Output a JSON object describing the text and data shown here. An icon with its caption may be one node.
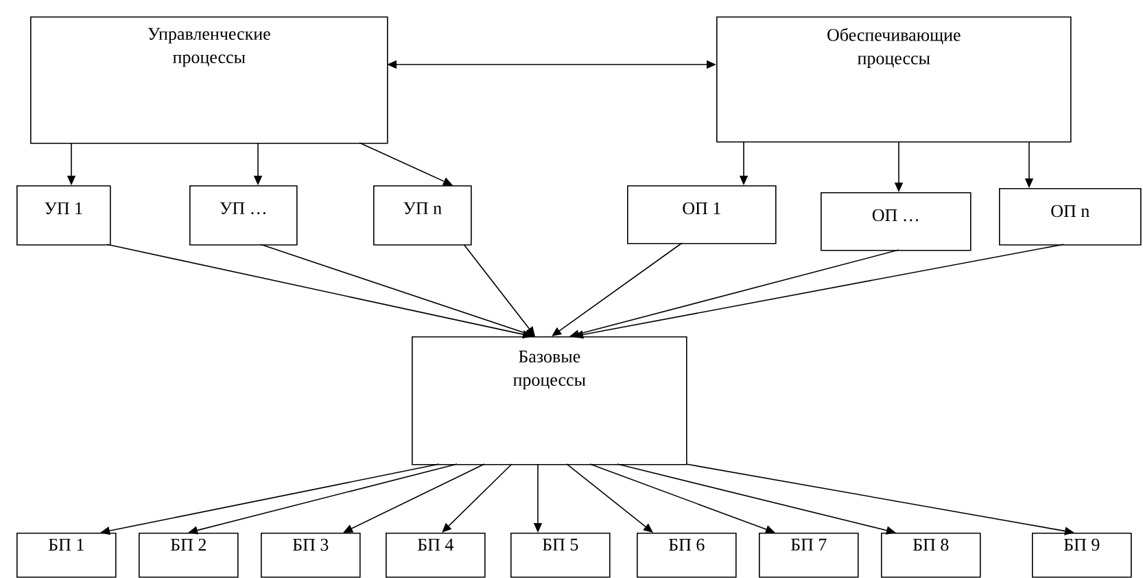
{
  "diagram": {
    "nodes": [
      {
        "text": [
          "Управленческие процессы"
        ]
      },
      {
        "text": [
          "Обеспечивающие процессы"
        ]
      },
      {
        "text": [
          "УП 1"
        ]
      },
      {
        "text": [
          "УП …"
        ]
      },
      {
        "text": [
          "УП n"
        ]
      },
      {
        "text": [
          "ОП 1"
        ]
      },
      {
        "text": [
          "ОП …"
        ]
      },
      {
        "text": [
          "ОП n"
        ]
      },
      {
        "text": [
          "Базовые процессы"
        ]
      },
      {
        "text": [
          "БП 1"
        ]
      },
      {
        "text": [
          "БП 2"
        ]
      },
      {
        "text": [
          "БП 3"
        ]
      },
      {
        "text": [
          "БП 4"
        ]
      },
      {
        "text": [
          "БП 5"
        ]
      },
      {
        "text": [
          "БП 6"
        ]
      },
      {
        "text": [
          "БП 7"
        ]
      },
      {
        "text": [
          "БП 8"
        ]
      },
      {
        "text": [
          "БП 9"
        ]
      }
    ],
    "edges": [
      {
        "from": 0,
        "to": 1,
        "arrow": "both"
      },
      {
        "from": 0,
        "to": 2,
        "arrow": "to"
      },
      {
        "from": 0,
        "to": 3,
        "arrow": "to"
      },
      {
        "from": 0,
        "to": 4,
        "arrow": "to"
      },
      {
        "from": 1,
        "to": 5,
        "arrow": "to"
      },
      {
        "from": 1,
        "to": 6,
        "arrow": "to"
      },
      {
        "from": 1,
        "to": 7,
        "arrow": "to"
      },
      {
        "from": 2,
        "to": 8,
        "arrow": "to"
      },
      {
        "from": 3,
        "to": 8,
        "arrow": "to"
      },
      {
        "from": 4,
        "to": 8,
        "arrow": "to"
      },
      {
        "from": 5,
        "to": 8,
        "arrow": "to"
      },
      {
        "from": 6,
        "to": 8,
        "arrow": "to"
      },
      {
        "from": 7,
        "to": 8,
        "arrow": "to"
      },
      {
        "from": 8,
        "to": 9,
        "arrow": "to"
      },
      {
        "from": 8,
        "to": 10,
        "arrow": "to"
      },
      {
        "from": 8,
        "to": 11,
        "arrow": "to"
      },
      {
        "from": 8,
        "to": 12,
        "arrow": "to"
      },
      {
        "from": 8,
        "to": 13,
        "arrow": "to"
      },
      {
        "from": 8,
        "to": 14,
        "arrow": "to"
      },
      {
        "from": 8,
        "to": 15,
        "arrow": "to"
      },
      {
        "from": 8,
        "to": 16,
        "arrow": "to"
      },
      {
        "from": 8,
        "to": 17,
        "arrow": "to"
      }
    ]
  }
}
